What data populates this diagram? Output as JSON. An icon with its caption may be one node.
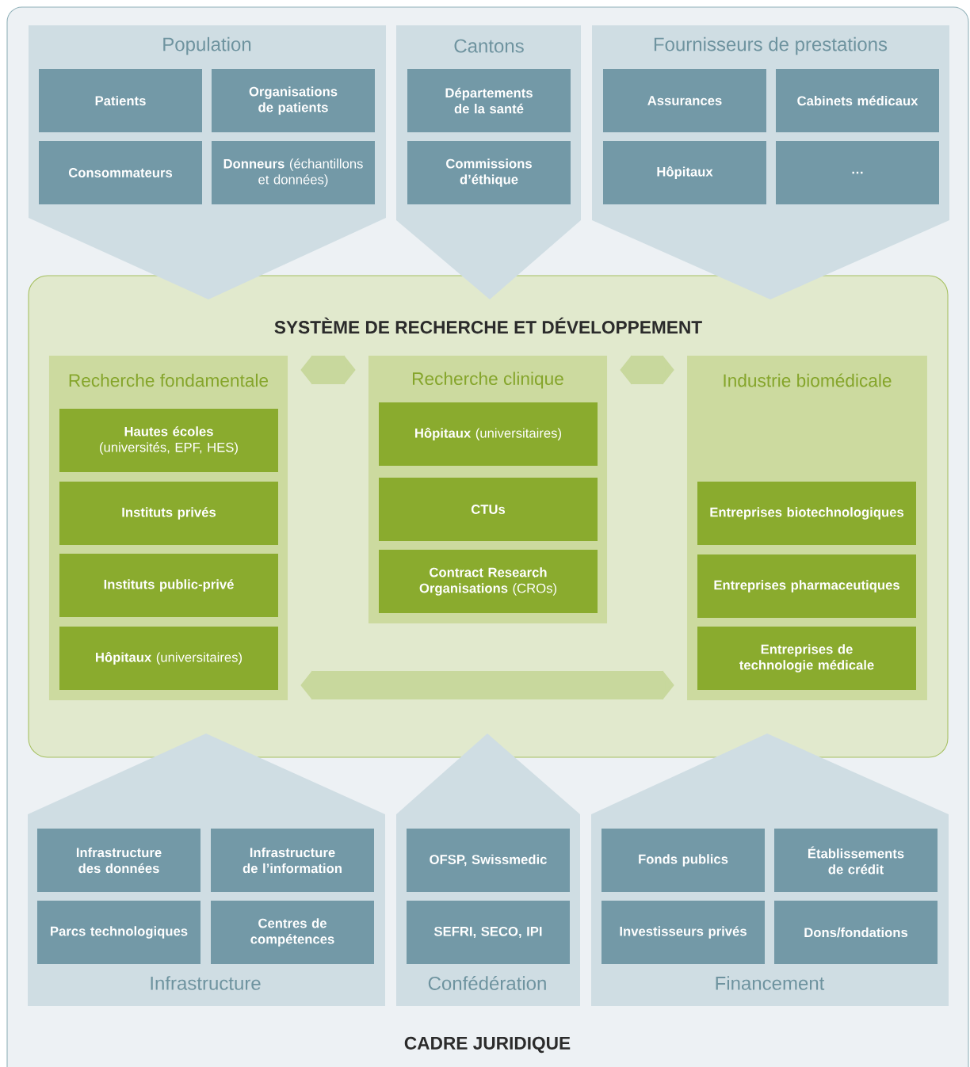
{
  "diagram": {
    "nodes": [
      {
        "text": [
          "CADRE JURIDIQUE"
        ]
      },
      {
        "text": [
          "Population"
        ],
        "in": 0
      },
      {
        "text": [
          "Patients"
        ],
        "in": 1
      },
      {
        "text": [
          "Organisations de patients"
        ],
        "in": 1
      },
      {
        "text": [
          "Consommateurs"
        ],
        "in": 1
      },
      {
        "text": [
          "**Donneurs** (échantillons et données)"
        ],
        "in": 1
      },
      {
        "text": [
          "Cantons"
        ],
        "in": 0
      },
      {
        "text": [
          "Départements de la santé"
        ],
        "in": 6
      },
      {
        "text": [
          "Commissions d’éthique"
        ],
        "in": 6
      },
      {
        "text": [
          "Fournisseurs de prestations"
        ],
        "in": 0
      },
      {
        "text": [
          "Assurances"
        ],
        "in": 9
      },
      {
        "text": [
          "Cabinets médicaux"
        ],
        "in": 9
      },
      {
        "text": [
          "Hôpitaux"
        ],
        "in": 9
      },
      {
        "text": [
          "…"
        ],
        "in": 9
      },
      {
        "text": [
          "SYSTÈME DE RECHERCHE ET DÉVELOPPEMENT"
        ],
        "in": 0
      },
      {
        "text": [
          "Recherche fondamentale"
        ],
        "in": 14
      },
      {
        "text": [
          "**Hautes écoles** (universités, EPF, HES)"
        ],
        "in": 15
      },
      {
        "text": [
          "Instituts privés"
        ],
        "in": 15
      },
      {
        "text": [
          "Instituts public-privé"
        ],
        "in": 15
      },
      {
        "text": [
          "**Hôpitaux** (universitaires)"
        ],
        "in": 15
      },
      {
        "text": [
          "Recherche clinique"
        ],
        "in": 14
      },
      {
        "text": [
          "**Hôpitaux** (universitaires)"
        ],
        "in": 20
      },
      {
        "text": [
          "CTUs"
        ],
        "in": 20
      },
      {
        "text": [
          "**Contract Research Organisations** (CROs)"
        ],
        "in": 20
      },
      {
        "text": [
          "Industrie biomédicale"
        ],
        "in": 14
      },
      {
        "text": [
          "Entreprises biotechnologiques"
        ],
        "in": 24
      },
      {
        "text": [
          "Entreprises pharmaceutiques"
        ],
        "in": 24
      },
      {
        "text": [
          "Entreprises de technologie médicale"
        ],
        "in": 24
      },
      {
        "text": [
          "Infrastructure"
        ],
        "in": 0
      },
      {
        "text": [
          "Infrastructure des données"
        ],
        "in": 28
      },
      {
        "text": [
          "Infrastructure de l’information"
        ],
        "in": 28
      },
      {
        "text": [
          "Parcs technologiques"
        ],
        "in": 28
      },
      {
        "text": [
          "Centres de compétences"
        ],
        "in": 28
      },
      {
        "text": [
          "Confédération"
        ],
        "in": 0
      },
      {
        "text": [
          "OFSP, Swissmedic"
        ],
        "in": 33
      },
      {
        "text": [
          "SEFRI, SECO, IPI"
        ],
        "in": 33
      },
      {
        "text": [
          "Financement"
        ],
        "in": 0
      },
      {
        "text": [
          "Fonds publics"
        ],
        "in": 36
      },
      {
        "text": [
          "Établissements de crédit"
        ],
        "in": 36
      },
      {
        "text": [
          "Investisseurs privés"
        ],
        "in": 36
      },
      {
        "text": [
          "Dons/fondations"
        ],
        "in": 36
      }
    ],
    "edges": [
      {
        "from": 15,
        "to": 20,
        "arrow": "both"
      },
      {
        "from": 20,
        "to": 24,
        "arrow": "both"
      },
      {
        "from": 15,
        "to": 24,
        "arrow": "both"
      }
    ]
  }
}
